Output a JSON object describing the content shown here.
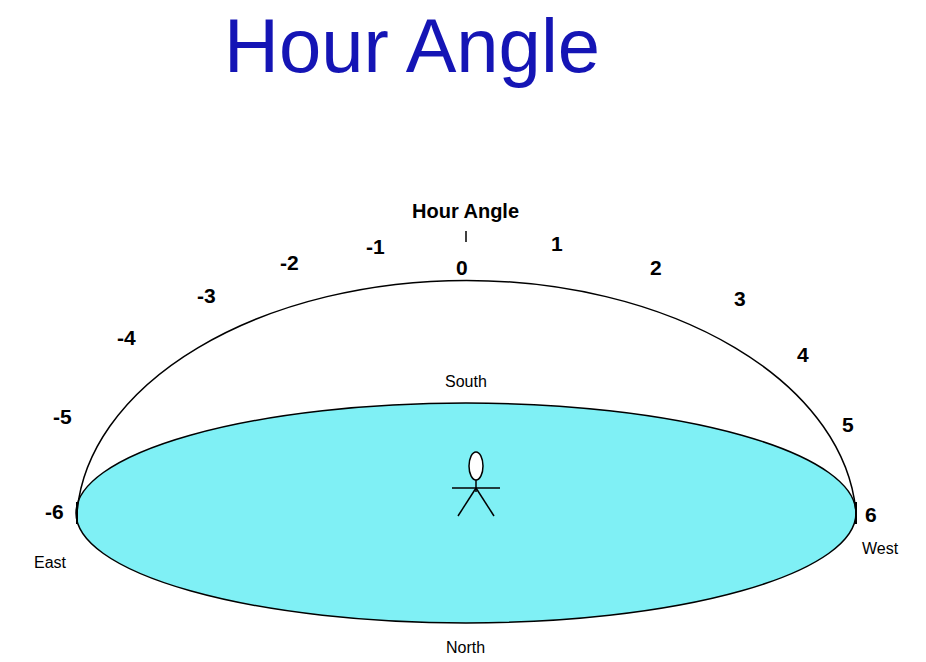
{
  "diagram": {
    "title": "Hour Angle",
    "labels": [
      "Hour Angle",
      "0",
      "-1",
      "-2",
      "-3",
      "-4",
      "-5",
      "-6",
      "1",
      "2",
      "3",
      "4",
      "5",
      "6",
      "South",
      "North",
      "East",
      "West"
    ]
  }
}
